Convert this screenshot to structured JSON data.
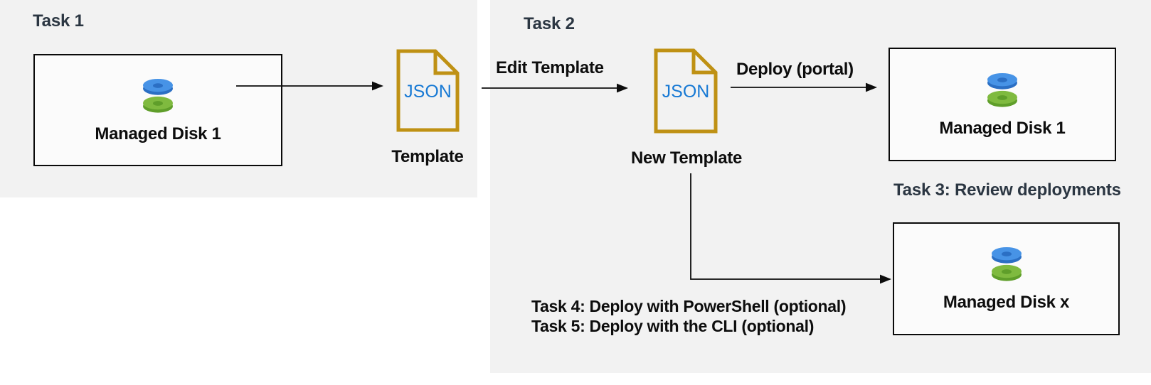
{
  "colors": {
    "panel_bg": "#f2f2f2",
    "box_bg": "#fbfbfb",
    "box_border": "#0a0a0a",
    "heading_text": "#2b3642",
    "body_text": "#0d0d0d",
    "arrow": "#0d0d0d",
    "json_text_blue": "#1779d4",
    "file_outline_gold": "#bf9114",
    "disk_blue": "#4793e6",
    "disk_blue_dark": "#2b6fc4",
    "disk_green": "#7fba3f",
    "disk_green_dark": "#5f9e2a"
  },
  "task1": {
    "title": "Task 1",
    "disk_label": "Managed Disk 1",
    "json_label": "JSON",
    "template_caption": "Template"
  },
  "task2": {
    "title": "Task 2",
    "edit_arrow_label": "Edit Template",
    "json_label": "JSON",
    "template_caption": "New Template",
    "deploy_arrow_label": "Deploy (portal)",
    "disk_label": "Managed Disk 1"
  },
  "task3": {
    "caption": "Task 3: Review deployments"
  },
  "task4_5": {
    "line1": "Task 4: Deploy with PowerShell (optional)",
    "line2": "Task 5: Deploy with the CLI (optional)"
  },
  "disk_box_x": {
    "disk_label": "Managed Disk x"
  }
}
